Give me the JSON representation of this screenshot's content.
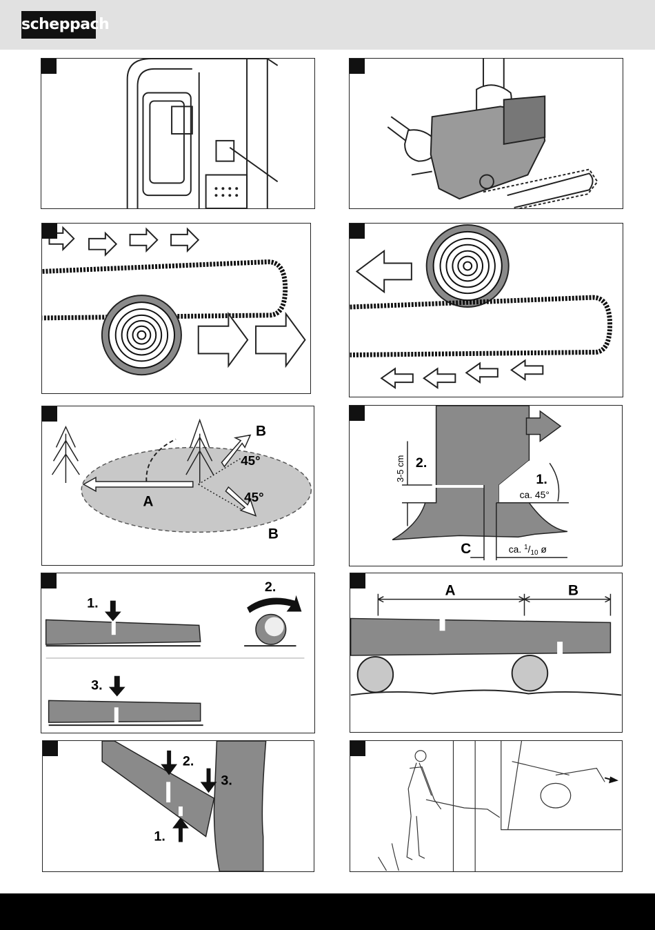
{
  "header": {
    "brand": "scheppach"
  },
  "panels": {
    "felling": {
      "label_a": "A",
      "label_b_top": "B",
      "label_b_bottom": "B",
      "angle_top": "45°",
      "angle_bottom": "45°"
    },
    "notch": {
      "height_label": "3-5 cm",
      "step_2": "2.",
      "step_1": "1.",
      "angle": "ca. 45°",
      "label_c": "C",
      "depth_prefix": "ca. ",
      "depth_num": "1",
      "depth_den": "10",
      "depth_symbol": " ø"
    },
    "bucking": {
      "step_1": "1.",
      "step_2": "2.",
      "step_3": "3."
    },
    "supported": {
      "label_a": "A",
      "label_b": "B"
    },
    "limbing": {
      "step_1": "1.",
      "step_2": "2.",
      "step_3": "3."
    }
  },
  "colors": {
    "header_bg": "#e1e1e1",
    "fill_gray": "#8a8a8a",
    "zone_gray": "#c8c8c8",
    "ink": "#111111"
  }
}
